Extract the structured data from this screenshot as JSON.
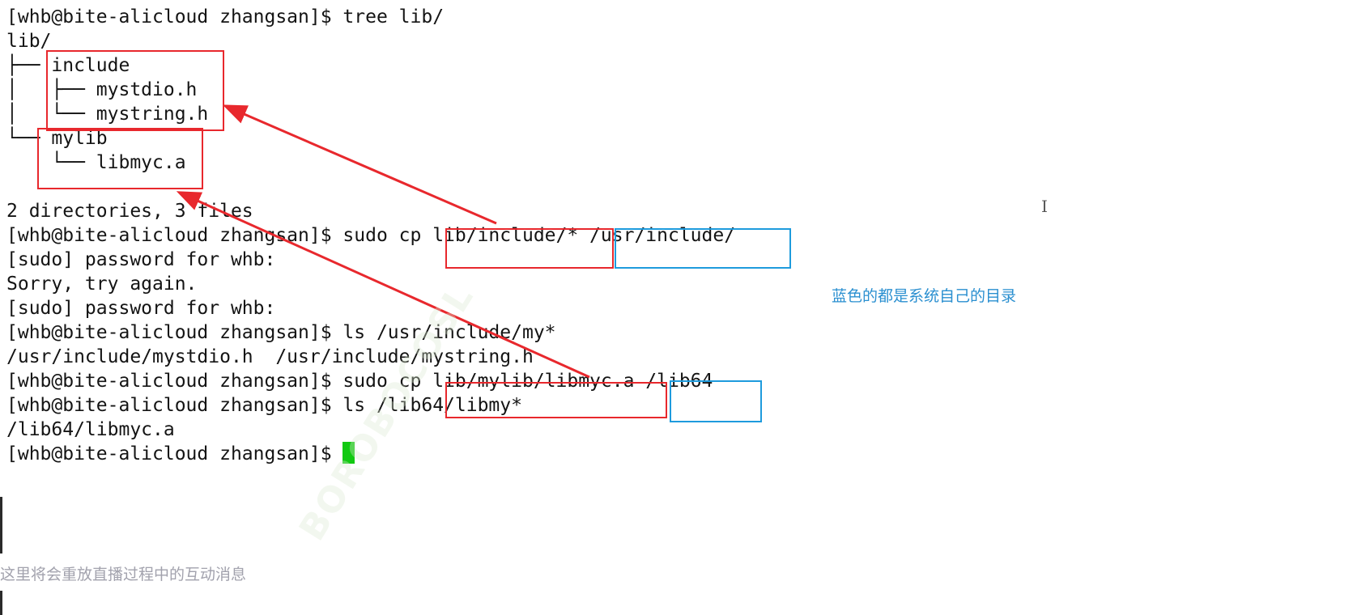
{
  "terminal": {
    "lines": [
      "[whb@bite-alicloud zhangsan]$ tree lib/",
      "lib/",
      "├── include",
      "│   ├── mystdio.h",
      "│   └── mystring.h",
      "└── mylib",
      "    └── libmyc.a",
      "",
      "2 directories, 3 files",
      "[whb@bite-alicloud zhangsan]$ sudo cp lib/include/* /usr/include/",
      "[sudo] password for whb:",
      "Sorry, try again.",
      "[sudo] password for whb:",
      "[whb@bite-alicloud zhangsan]$ ls /usr/include/my*",
      "/usr/include/mystdio.h  /usr/include/mystring.h",
      "[whb@bite-alicloud zhangsan]$ sudo cp lib/mylib/libmyc.a /lib64",
      "[whb@bite-alicloud zhangsan]$ ls /lib64/libmy*",
      "/lib64/libmyc.a",
      "[whb@bite-alicloud zhangsan]$ "
    ]
  },
  "annotation": {
    "note": "蓝色的都是系统自己的目录"
  },
  "bottom_message": "这里将会重放直播过程中的互动消息",
  "watermark": "BOROBOCOSL",
  "ibeam_glyph": "I",
  "colors": {
    "red_box": "#e8282d",
    "blue_box": "#1e9bdd",
    "cursor": "#12c912",
    "note_text": "#2a8fd0"
  }
}
